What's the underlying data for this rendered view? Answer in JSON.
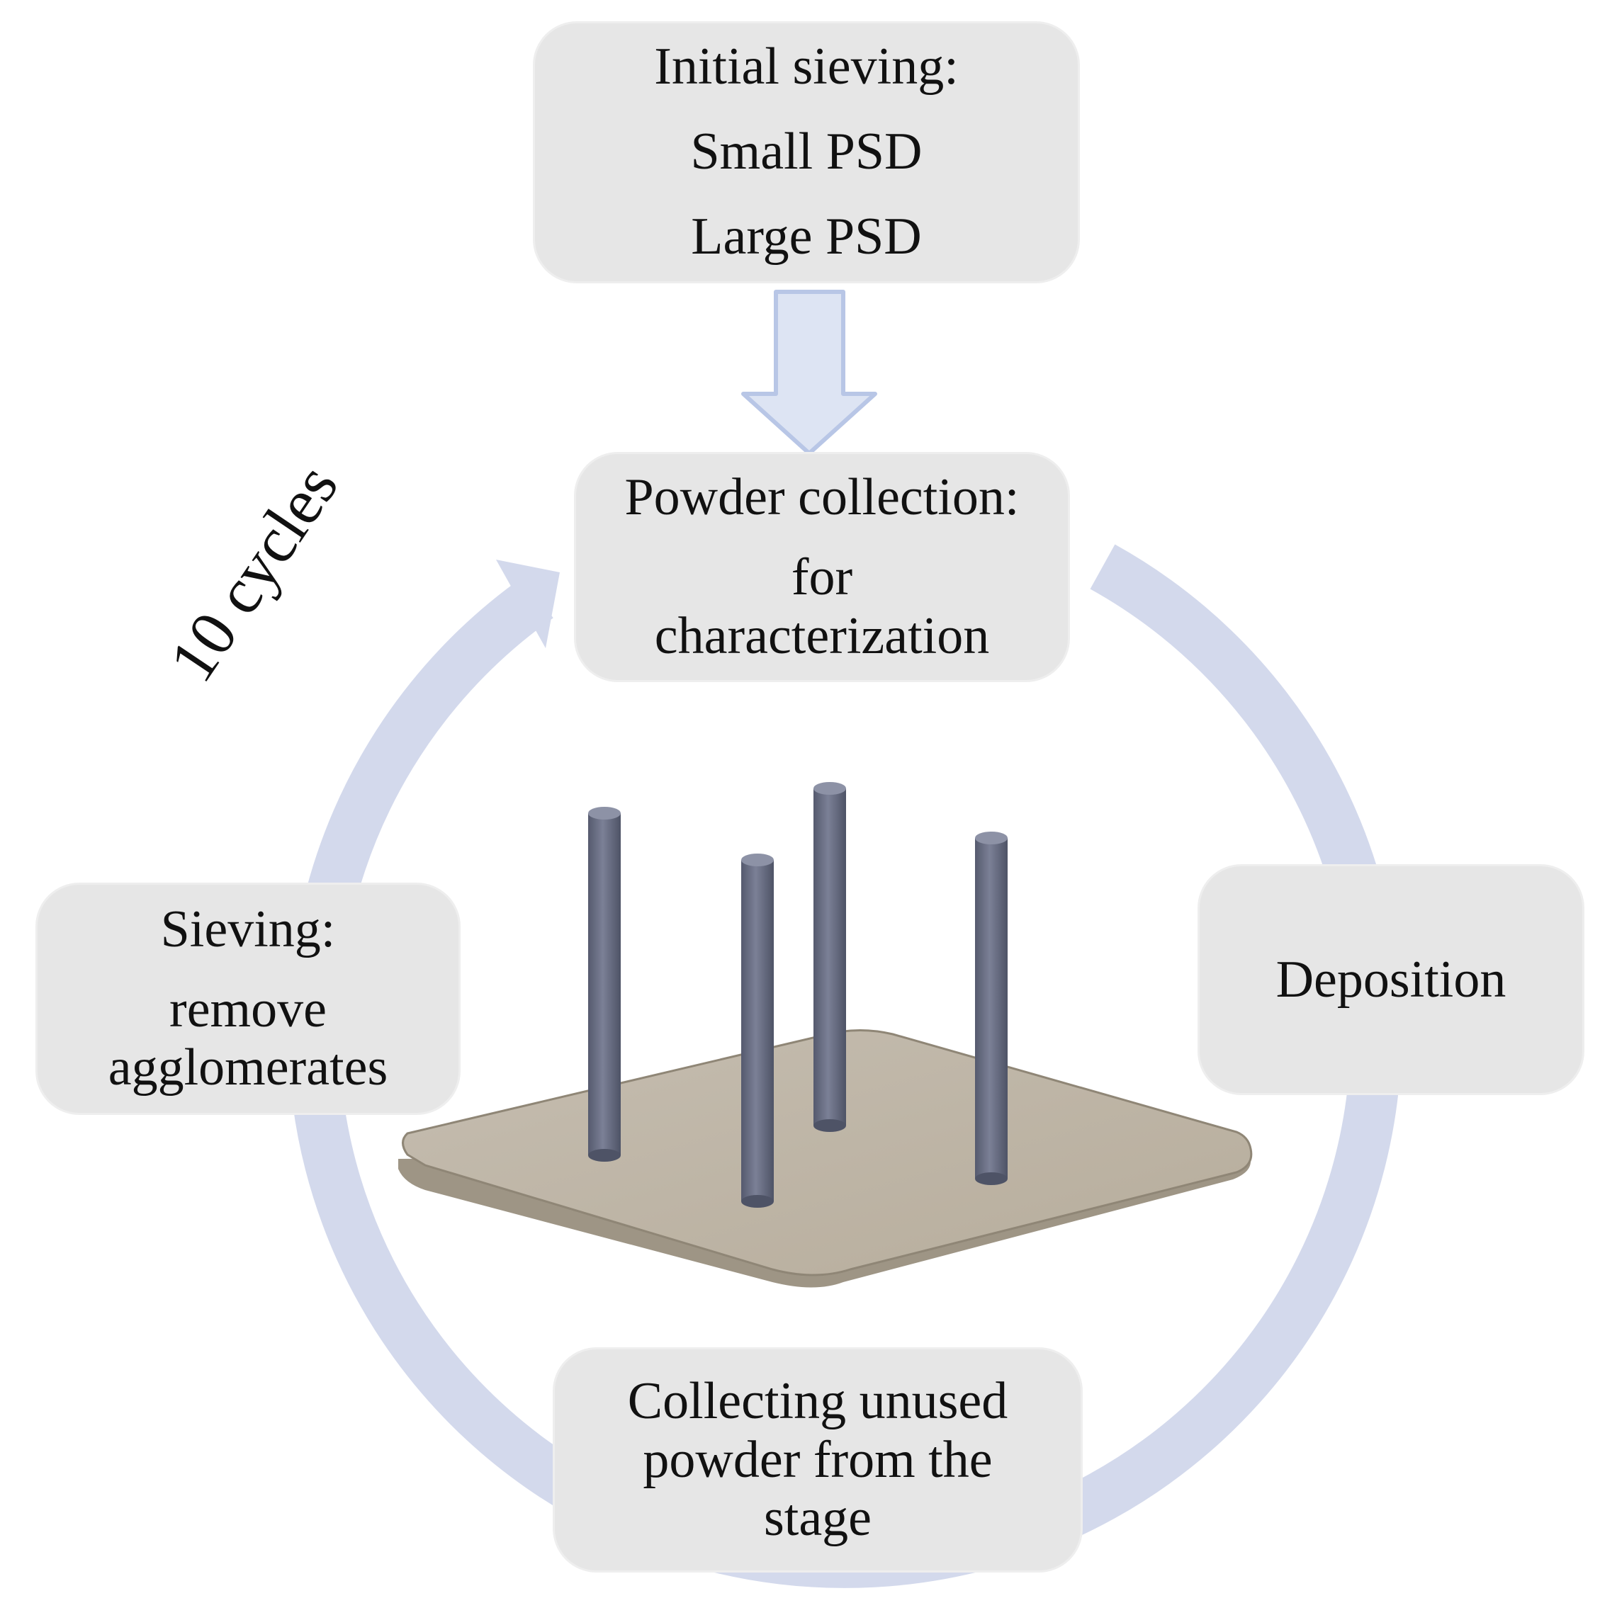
{
  "colors": {
    "cycle_ring": "#d3d9ec",
    "down_arrow_fill": "#dde4f3",
    "down_arrow_outline": "#b8c6e6",
    "box_fill": "#e6e6e6",
    "plate": "#bfb6a6",
    "rod": "#6d7286"
  },
  "boxes": {
    "initial_sieving": {
      "title": "Initial sieving:",
      "line1": "Small PSD",
      "line2": "Large PSD"
    },
    "powder_collection": {
      "title": "Powder collection:",
      "line1": "for",
      "line2": "characterization"
    },
    "deposition": {
      "title": "Deposition"
    },
    "collecting": {
      "line1": "Collecting unused",
      "line2": "powder from the",
      "line3": "stage"
    },
    "sieving": {
      "title": "Sieving:",
      "line1": "remove",
      "line2": "agglomerates"
    }
  },
  "cycle_label": "10 cycles",
  "icons": {
    "process_ring": "cycle-arrow-icon",
    "flow_arrow": "down-arrow-icon",
    "build_plate": "build-plate-with-rods-icon"
  }
}
